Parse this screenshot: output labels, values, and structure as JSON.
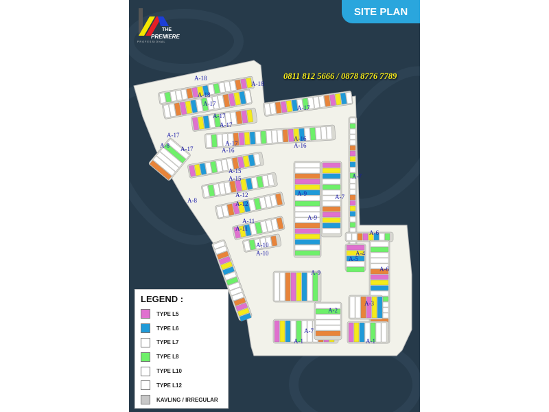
{
  "header": {
    "badge": "SITE PLAN"
  },
  "logo": {
    "line1": "THE",
    "line2": "PREMIERE",
    "line3": "PROFESSIONAL"
  },
  "contact": {
    "phones": "0811 812 5666 / 0878 8776 7789"
  },
  "legend": {
    "title": "LEGEND :",
    "items": [
      {
        "label": "TYPE L5",
        "color": "#e070cf"
      },
      {
        "label": "TYPE L6",
        "color": "#1f9ad8"
      },
      {
        "label": "TYPE L7",
        "color": "#ffffff"
      },
      {
        "label": "TYPE L8",
        "color": "#6ef06a"
      },
      {
        "label": "TYPE L10",
        "color": "#ffffff"
      },
      {
        "label": "TYPE L12",
        "color": "#ffffff"
      },
      {
        "label": "KAVLING / IRREGULAR",
        "color": "#c8c8c8"
      }
    ]
  },
  "map": {
    "block_labels": [
      "A-18",
      "A-18",
      "A-18",
      "A-17",
      "A-17",
      "A-17",
      "A-17",
      "A-17",
      "A-17",
      "A-17",
      "A-16",
      "A-16",
      "A-16",
      "A-15",
      "A-15",
      "A-12",
      "A-12",
      "A-11",
      "A-11",
      "A-10",
      "A-10",
      "A-9",
      "A-9",
      "A-9",
      "A-8",
      "A-8",
      "A-7",
      "A-7",
      "A-7",
      "A-6",
      "A-6",
      "A-5",
      "A-4",
      "A-3",
      "A-2",
      "A-1",
      "A-1"
    ],
    "colors": {
      "ground": "#f2f2ea",
      "road": "#ffffff",
      "block": "#d9d9d2",
      "label": "#1a1aa8"
    }
  }
}
